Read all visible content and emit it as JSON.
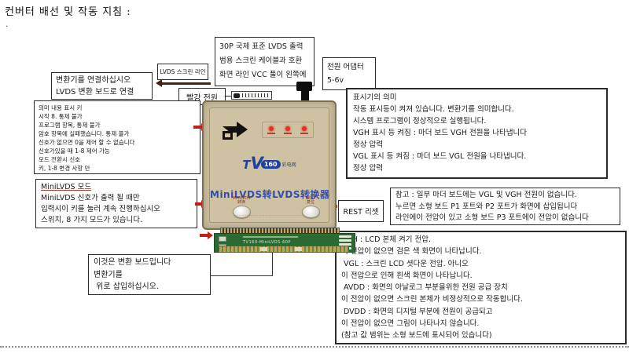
{
  "page": {
    "title": "컨버터 배선 및 작동 지침 :",
    "stray_mark": "."
  },
  "boxes": {
    "connect": {
      "lines": [
        "변환기를 연결하십시오",
        "LVDS 변환 보드로 연결"
      ]
    },
    "lvds_line": {
      "label": "LVDS 스크린 라인"
    },
    "thirty_p": {
      "lines": [
        "30P 국제 표준 LVDS 출력",
        "범용 스크린 케이블과 호환",
        "화면 라인 VCC 풀이 왼쪽에"
      ]
    },
    "adapter": {
      "lines": [
        "전원 어댑터",
        "5-6v"
      ]
    },
    "red_power": {
      "label": "빨강 전원"
    },
    "indicator": {
      "lines": [
        "표시기의 의미",
        "작동 표시등이 켜져 있습니다. 변환기를 의미합니다.",
        "시스템 프로그램이 정상적으로 실행됩니다.",
        "VGH 표시 등 켜짐 : 마더 보드 VGH 전원을 나타냅니다",
        "정상 압력",
        "VGL 표시 등 켜짐 : 마더 보드 VGL 전원을 나타냅니다.",
        "정상 압력"
      ]
    },
    "key_info": {
      "lines": [
        "의미 내용 표시 키",
        "시작 8. 통제 불가",
        "프로그램 항목, 통제 불가",
        "암호 항목에 실패했습니다. 통제 불가",
        "신호가 없으면 0을 제어 할 수 없습니다",
        "신호가있을 때 1-8 제어 가능",
        "모드 전환시 신호",
        "키, 1-8 변경 사항 만"
      ]
    },
    "minilvds": {
      "heading": "MiniLVDS 모드",
      "lines": [
        "MiniLVDS 신호가 출력 될 때만",
        "입력시이 키를 눌러 계속 진행하십시오",
        "스위치, 8 가지 모드가 있습니다."
      ]
    },
    "rest": {
      "label": "REST 리셋"
    },
    "note": {
      "lines": [
        "참고 : 일부 마더 보드에는 VGL 및 VGH 전원이 없습니다.",
        "누르면 소형 보드 P1 포트와 P2 포트가 화면에 삽입됩니다",
        "라인에이 전압이 있고 소형 보드 P3 포트에이 전압이 없습니다"
      ]
    },
    "board_note": {
      "lines": [
        "이것은 변환 보드입니다",
        "변환기를",
        " 위로 삽입하십시오."
      ]
    },
    "voltage": {
      "lines": [
        "VGH : LCD 본체 켜기 전압.",
        "이 전압이 없으면 검은 색 화면이 나타납니다.",
        " VGL : 스크린 LCD 셧다운 전압. 아니오",
        "이 전압으로 인해 흰색 화면이 나타납니다.",
        " AVDD : 화면의 아날로그 부분을위한 전원 공급 장치",
        "이 전압이 없으면 스크린 본체가 비정상적으로 작동합니다.",
        " DVDD : 화면의 디지털 부분에 전원이 공급되고",
        "이 전압이 없으면 그림이 나타나지 않습니다.",
        "(참고 값 범위는 소형 보드에 표시되어 있습니다)"
      ]
    }
  },
  "device": {
    "logo": {
      "tv": "T",
      "v": "V",
      "badge": "160",
      "site": "彩电网"
    },
    "product_name": "MiniLVDS转LVDS转换器",
    "buttons": {
      "left": {
        "line1": "MiniLVDS",
        "line2": "转换"
      },
      "right": {
        "line1": "REST",
        "line2": "复位"
      }
    },
    "footer_microtext": "··································"
  },
  "pcb": {
    "silkscreen": "TV160-MiniLVDS-60P"
  },
  "colors": {
    "accent_red": "#c0201a",
    "device_body": "#c9bc9e",
    "logo_blue": "#20409f",
    "pcb_green": "#2c6a33"
  }
}
